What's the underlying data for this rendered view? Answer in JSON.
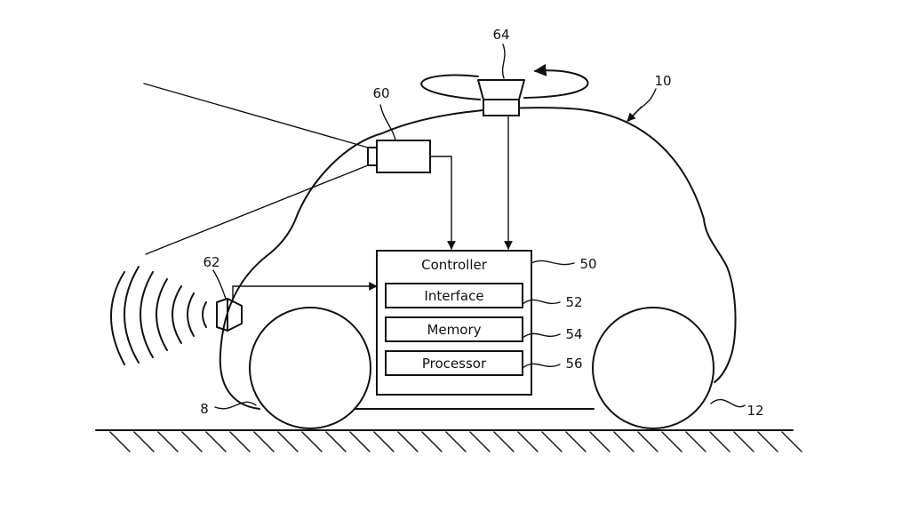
{
  "labels": {
    "ground_left": "8",
    "vehicle": "10",
    "ground_right": "12",
    "controller": "50",
    "interface": "52",
    "memory": "54",
    "processor": "56",
    "camera": "60",
    "sensor_front": "62",
    "lidar": "64"
  },
  "blocks": {
    "controller_title": "Controller",
    "interface": "Interface",
    "memory": "Memory",
    "processor": "Processor"
  }
}
